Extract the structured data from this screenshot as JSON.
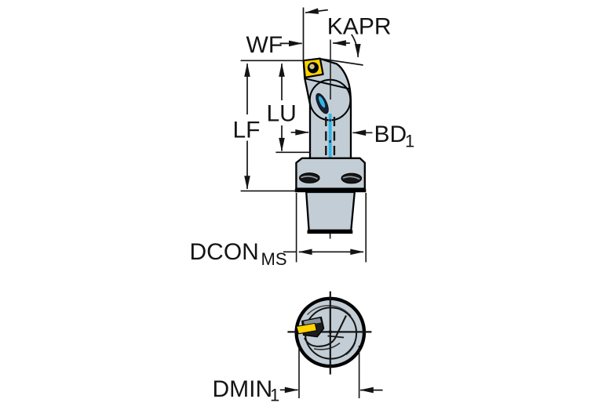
{
  "figure": {
    "type": "technical-drawing",
    "subject": "turning tool holder with indexable insert, side view and end view",
    "colors": {
      "body": "#c2cdd5",
      "insert_yellow": "#ffd200",
      "coolant_blue": "#33b5e9",
      "line": "#141414",
      "dark_detail": "#1d1d1d",
      "background": "#ffffff"
    },
    "labels": {
      "kapr": "KAPR",
      "wf": "WF",
      "lf": "LF",
      "lu": "LU",
      "bd_base": "BD",
      "bd_sub": "1",
      "dcon_base": "DCON",
      "dcon_sub": "MS",
      "dmin_base": "DMIN",
      "dmin_sub": "1"
    }
  }
}
